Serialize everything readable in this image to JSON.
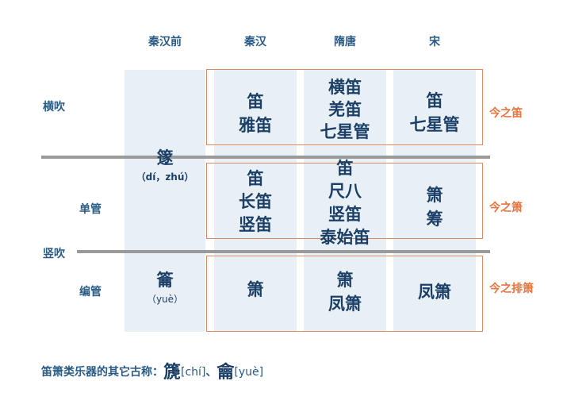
{
  "headers": {
    "pre_qinhan": "秦汉前",
    "qinhan": "秦汉",
    "suitang": "隋唐",
    "song": "宋"
  },
  "side": {
    "hengchui": "横吹",
    "danguan": "单管",
    "shuchui": "竖吹",
    "bianguan": "编管"
  },
  "pre_qinhan": {
    "di_zhu": {
      "char": "篴",
      "pinyin": "（dí，zhú）"
    },
    "yue": {
      "char": "籥",
      "pinyin": "（yuè）"
    }
  },
  "hengchui_row": {
    "qinhan": [
      "笛",
      "雅笛"
    ],
    "suitang": [
      "横笛",
      "羌笛",
      "七星管"
    ],
    "song": [
      "笛",
      "七星管"
    ]
  },
  "danguan_row": {
    "qinhan": [
      "笛",
      "长笛",
      "竖笛"
    ],
    "suitang": [
      "笛",
      "尺八",
      "竖笛",
      "泰始笛"
    ],
    "song": [
      "箫",
      "筹"
    ]
  },
  "bianguan_row": {
    "qinhan": [
      "箫"
    ],
    "suitang": [
      "箫",
      "凤箫"
    ],
    "song": [
      "凤箫"
    ]
  },
  "right_labels": {
    "di": "今之笛",
    "xiao": "今之箫",
    "paixiao": "今之排箫"
  },
  "footer": {
    "label": "笛箫类乐器的其它古称：",
    "char1": "篪",
    "pinyin1": "[chí]",
    "sep": "、",
    "char2": "龠",
    "pinyin2": "[yuè]"
  },
  "colors": {
    "accent": "#e8743f",
    "title": "#2a5b85",
    "cell_bg": "#e8f0f6",
    "rule": "#9a9a9a"
  }
}
